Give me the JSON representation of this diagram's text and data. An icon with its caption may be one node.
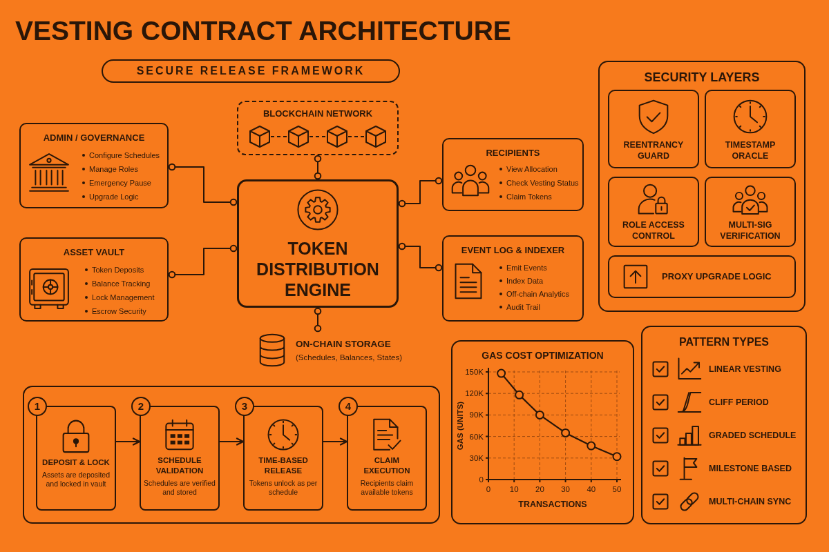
{
  "diagram": {
    "title": "VESTING CONTRACT ARCHITECTURE",
    "nodes": [
      {
        "text": [
          "SECURE RELEASE FRAMEWORK"
        ]
      },
      {
        "text": [
          "BLOCKCHAIN NETWORK"
        ]
      },
      {
        "text": [],
        "shape": "cube",
        "in": 1
      },
      {
        "text": [],
        "shape": "cube",
        "in": 1
      },
      {
        "text": [],
        "shape": "cube",
        "in": 1
      },
      {
        "text": [],
        "shape": "cube",
        "in": 1
      },
      {
        "text": [
          "ADMIN / GOVERNANCE",
          "Configure Schedules",
          "Manage Roles",
          "Emergency Pause",
          "Upgrade Logic"
        ]
      },
      {
        "text": [
          "ASSET VAULT",
          "Token Deposits",
          "Balance Tracking",
          "Lock Management",
          "Escrow Security"
        ]
      },
      {
        "text": [
          "TOKEN DISTRIBUTION ENGINE"
        ]
      },
      {
        "text": [
          "RECIPIENTS",
          "View Allocation",
          "Check Vesting Status",
          "Claim Tokens"
        ]
      },
      {
        "text": [
          "EVENT LOG & INDEXER",
          "Emit Events",
          "Index Data",
          "Off-chain Analytics",
          "Audit Trail"
        ]
      },
      {
        "text": [
          "ON-CHAIN STORAGE",
          "(Schedules, Balances, States)"
        ]
      },
      {
        "text": [
          "SECURITY LAYERS"
        ]
      },
      {
        "text": [
          "REENTRANCY GUARD"
        ],
        "in": 12
      },
      {
        "text": [
          "TIMESTAMP ORACLE"
        ],
        "in": 12
      },
      {
        "text": [
          "ROLE ACCESS CONTROL"
        ],
        "in": 12
      },
      {
        "text": [
          "MULTI-SIG VERIFICATION"
        ],
        "in": 12
      },
      {
        "text": [
          "PROXY UPGRADE LOGIC"
        ],
        "in": 12
      },
      {
        "text": [],
        "shape": "box"
      },
      {
        "text": [
          "1",
          "DEPOSIT & LOCK",
          "Assets are deposited and locked in vault"
        ],
        "in": 18
      },
      {
        "text": [
          "2",
          "SCHEDULE VALIDATION",
          "Schedules are verified and stored"
        ],
        "in": 18
      },
      {
        "text": [
          "3",
          "TIME-BASED RELEASE",
          "Tokens unlock as per schedule"
        ],
        "in": 18
      },
      {
        "text": [
          "4",
          "CLAIM EXECUTION",
          "Recipients claim available tokens"
        ],
        "in": 18
      },
      {
        "text": [
          "GAS COST OPTIMIZATION"
        ]
      },
      {
        "text": [
          "PATTERN TYPES",
          "LINEAR VESTING",
          "CLIFF PERIOD",
          "GRADED SCHEDULE",
          "MILESTONE BASED",
          "MULTI-CHAIN SYNC"
        ]
      }
    ],
    "edges": [
      {
        "from": 2,
        "to": 3,
        "arrow": "none",
        "style": "dashed"
      },
      {
        "from": 3,
        "to": 4,
        "arrow": "none",
        "style": "dashed"
      },
      {
        "from": 4,
        "to": 5,
        "arrow": "none",
        "style": "dashed"
      },
      {
        "from": 1,
        "to": 8,
        "arrow": "other"
      },
      {
        "from": 6,
        "to": 8,
        "arrow": "other"
      },
      {
        "from": 7,
        "to": 8,
        "arrow": "other"
      },
      {
        "from": 8,
        "to": 9,
        "arrow": "other"
      },
      {
        "from": 8,
        "to": 10,
        "arrow": "other"
      },
      {
        "from": 8,
        "to": 11,
        "arrow": "other"
      },
      {
        "from": 19,
        "to": 20,
        "arrow": "to"
      },
      {
        "from": 20,
        "to": 21,
        "arrow": "to"
      },
      {
        "from": 21,
        "to": 22,
        "arrow": "to"
      }
    ],
    "chart_data": {
      "type": "line",
      "xlabel": "TRANSACTIONS",
      "ylabel": "GAS (UNITS)",
      "x": [
        5,
        12,
        20,
        30,
        40,
        50
      ],
      "series": [
        {
          "color": "#2a1608",
          "marker": "circle",
          "values": [
            148000,
            118000,
            90000,
            65000,
            47000,
            32000
          ]
        }
      ],
      "xlim": [
        0,
        50
      ],
      "ylim": [
        0,
        150000
      ],
      "xticks": [
        0,
        10,
        20,
        30,
        40,
        50
      ],
      "yticks": [
        0,
        {
          "value": 30000,
          "label": "30K"
        },
        {
          "value": 60000,
          "label": "60K"
        },
        {
          "value": 90000,
          "label": "90K"
        },
        {
          "value": 120000,
          "label": "120K"
        },
        {
          "value": 150000,
          "label": "150K"
        }
      ],
      "grid": true
    }
  }
}
